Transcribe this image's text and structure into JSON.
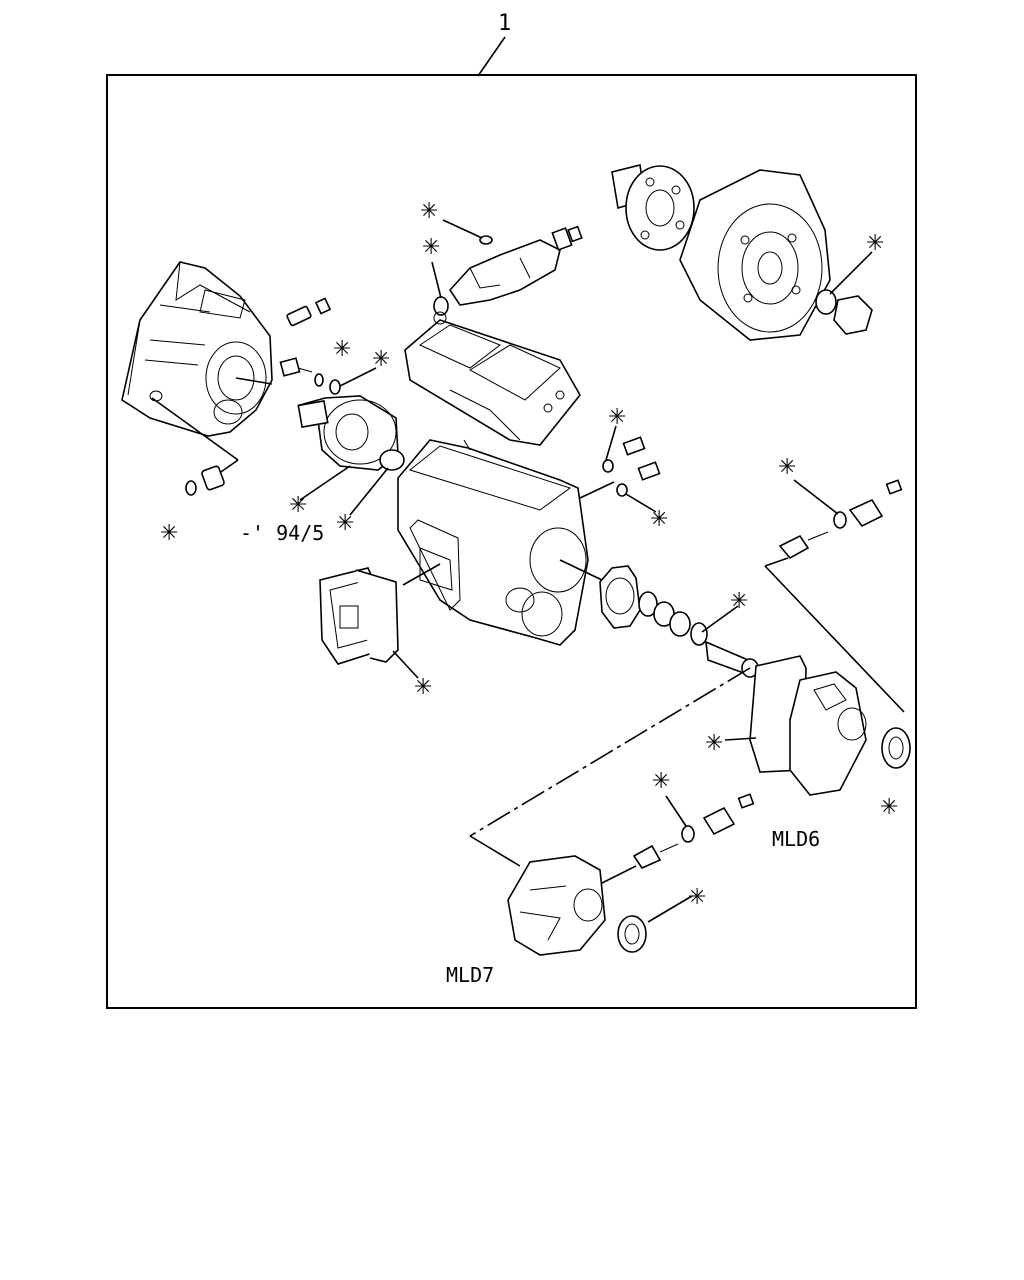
{
  "diagram": {
    "callout_number": "1",
    "variant_labels": {
      "mld6": "MLD6",
      "mld7": "MLD7"
    },
    "part_note": "-' 94/5",
    "marker_symbol": "✳",
    "colors": {
      "ink": "#000000",
      "background": "#ffffff"
    }
  }
}
